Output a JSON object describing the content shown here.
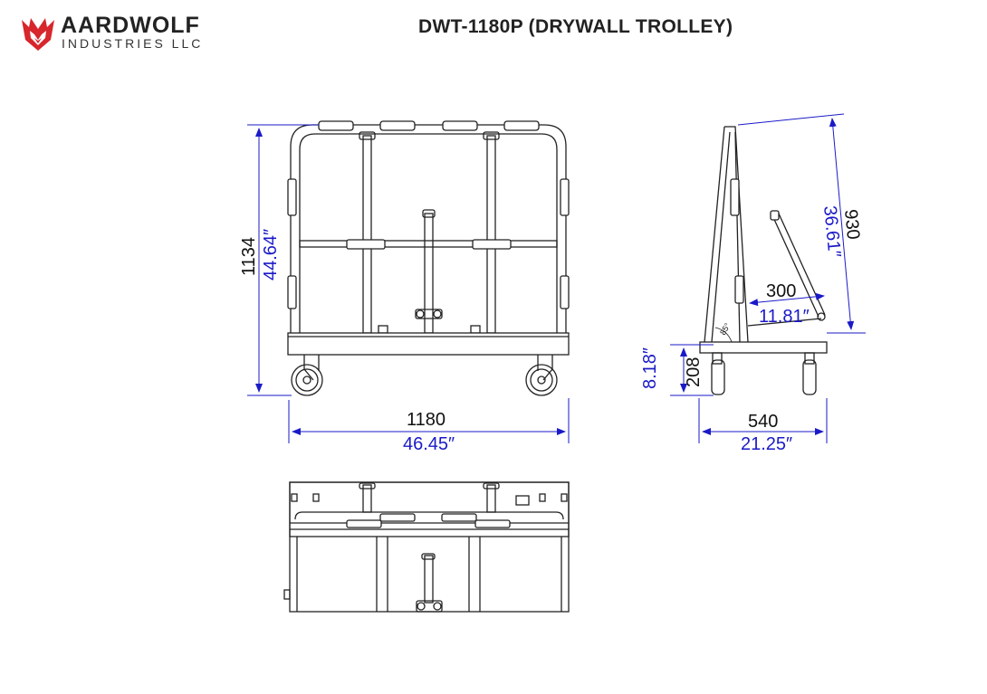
{
  "header": {
    "brand_name": "AARDWOLF",
    "brand_subtitle": "INDUSTRIES LLC",
    "title": "DWT-1180P (DRYWALL TROLLEY)"
  },
  "front_view": {
    "height_mm": "1134",
    "height_in": "44.64″",
    "width_mm": "1180",
    "width_in": "46.45″"
  },
  "side_view": {
    "arm_length_mm": "930",
    "arm_length_in": "36.61″",
    "base_depth_mm": "300",
    "base_depth_in": "11.81″",
    "angle": "85°",
    "deck_height_mm": "208",
    "deck_height_in": "8.18″",
    "width_mm": "540",
    "width_in": "21.25″"
  },
  "colors": {
    "dimension_metric": "#111111",
    "dimension_imperial": "#1a1ac8",
    "logo_red": "#d7262c",
    "line": "#222222"
  }
}
